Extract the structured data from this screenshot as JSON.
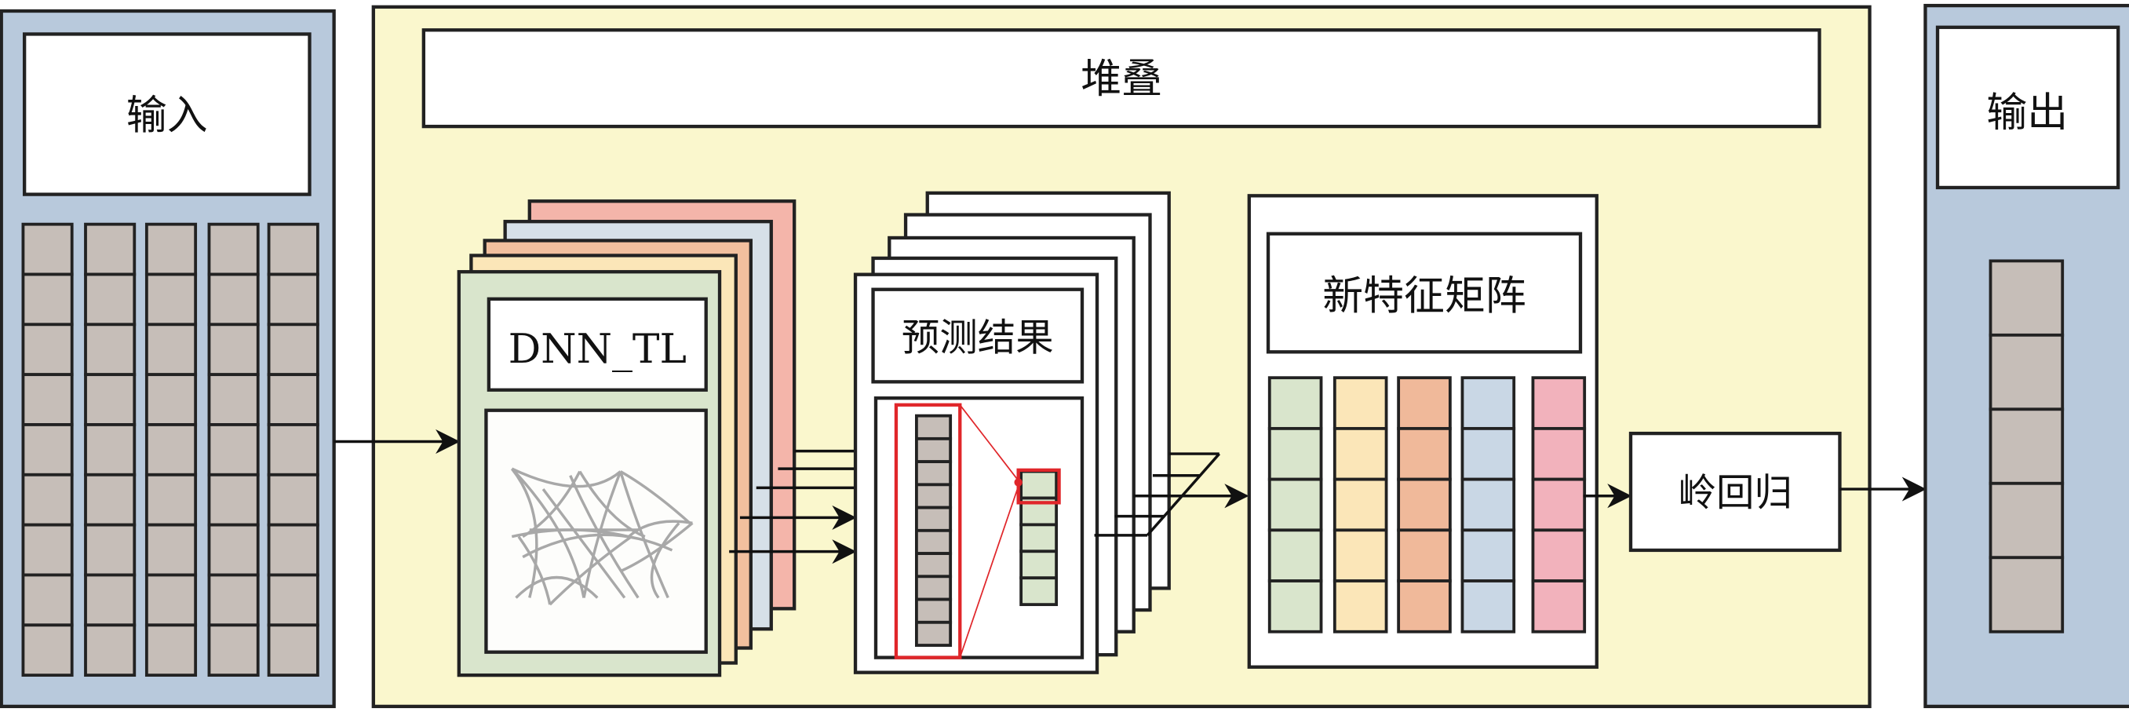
{
  "input": {
    "title": "输入",
    "columns": 5,
    "rows": 9
  },
  "stack": {
    "title": "堆叠"
  },
  "base_model": {
    "title": "DNN_TL",
    "layer_colors": [
      "#f4b5aa",
      "#d6e0e8",
      "#f2c09e",
      "#fbe6b8",
      "#d9e5cc"
    ]
  },
  "prediction": {
    "title": "预测结果",
    "cells": 10,
    "output_cells": 5
  },
  "feature_matrix": {
    "title": "新特征矩阵",
    "rows": 5,
    "column_colors": [
      "#d9e5cc",
      "#fbe6b8",
      "#f0b99a",
      "#c9d7e5",
      "#f2b2bc"
    ]
  },
  "ridge": {
    "title": "岭回归"
  },
  "output": {
    "title": "输出",
    "cells": 5
  },
  "colors": {
    "side_panel": "#b8c9dc",
    "stack_panel": "#faf7cd",
    "cell_gray": "#c6beb8",
    "highlight": "#e0262a"
  }
}
